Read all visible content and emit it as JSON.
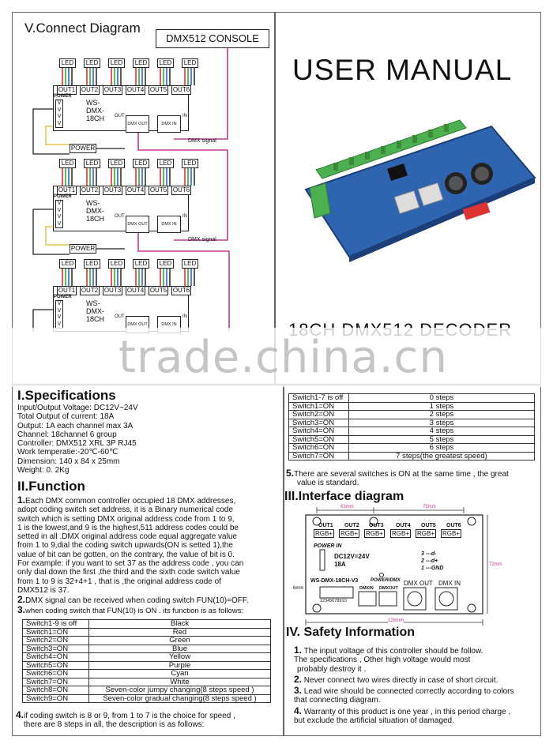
{
  "connect": {
    "title": "V.Connect Diagram",
    "console": "DMX512 CONSOLE",
    "led": "LED",
    "outs": [
      "OUT1",
      "OUT2",
      "OUT3",
      "OUT4",
      "OUT5",
      "OUT6"
    ],
    "model": "WS-DMX-18CH",
    "power_label": "POWER",
    "v_label": "V",
    "out_label": "OUT",
    "in_label": "IN",
    "dmx_out": "DMX OUT",
    "dmx_in": "DMX IN",
    "power_box": "POWER",
    "dmx_signal_1": "DMX signal",
    "dmx_signal_2": "DMX  signal"
  },
  "cover": {
    "title": "USER MANUAL",
    "subtitle": "18CH DMX512 DECODER"
  },
  "watermark": "trade.china.cn",
  "specs": {
    "heading": "I.Specifications",
    "lines": [
      "Input/Output Voltage: DC12V~24V",
      "Total Output of current: 18A",
      "Output: 1A each channel max 3A",
      "Channel: 18channel 6 group",
      "Controller: DMX512 XRL 3P  RJ45",
      "Work temperatie:-20℃-60℃",
      "Dimension: 140 x 84 x 25mm",
      "Weight: 0. 2Kg"
    ]
  },
  "function": {
    "heading": "II.Function",
    "p1_num": "1.",
    "p1": [
      "Each DMX common controller occupied 18 DMX addresses,",
      "adopt coding switch set address, it is a Binary numerical code",
      "switch which is setting DMX original address code from 1 to 9,",
      "1 is the lowest,and 9 is the highest,511 address codes  could be",
      "setted  in all .DMX original address code equal aggregate value",
      "from 1 to 9,dial the coding switch upwards(ON is setted 1),the",
      "value of bit can be  gotten, on the contrary, the value of bit is 0.",
      "For example: if you want to set 37 as the address code , you can",
      "only dial down the first ,the third and the  sixth code switch value",
      "from 1 to 9 is 32+4+1 , that is ,the original address  code of",
      "DMX512 is 37."
    ],
    "p2_num": "2.",
    "p2": "DMX signal can be received when coding switch FUN(10)=OFF.",
    "p3_num": "3.",
    "p3": "when coding switch that FUN(10) is ON . its function is as follows:",
    "table1": [
      [
        "Switch1-9 is off",
        "Black"
      ],
      [
        "Switch1=ON",
        "Red"
      ],
      [
        "Switch2=ON",
        "Green"
      ],
      [
        "Switch3=ON",
        "Blue"
      ],
      [
        "Switch4=ON",
        "Yellow"
      ],
      [
        "Switch5=ON",
        "Purple"
      ],
      [
        "Switch6=ON",
        "Cyan"
      ],
      [
        "Switch7=ON",
        "White"
      ],
      [
        "Switch8=ON",
        "Seven-color jumpy changing(8 steps speed )"
      ],
      [
        "Switch9=ON",
        "Seven-color gradual changing(8 steps speed )"
      ]
    ],
    "p4_num": "4.",
    "p4": [
      "if coding switch is 8 or 9,  from 1 to 7 is the choice for speed ,",
      "there are 8 steps in all, the description is as follows:"
    ]
  },
  "speed_table": [
    [
      "Switch1-7 is off",
      "0 steps"
    ],
    [
      "Switch1=ON",
      "1 steps"
    ],
    [
      "Switch2=ON",
      "2 steps"
    ],
    [
      "Switch3=ON",
      "3 steps"
    ],
    [
      "Switch4=ON",
      "4 steps"
    ],
    [
      "Switch5=ON",
      "5 steps"
    ],
    [
      "Switch6=ON",
      "6 steps"
    ],
    [
      "Switch7=ON",
      "7 steps(the greatest speed)"
    ]
  ],
  "note5_num": "5.",
  "note5": [
    "There are several switches is ON at the same time , the great",
    "value is standard."
  ],
  "interface": {
    "heading": "III.Interface diagram",
    "dim_63": "63mm",
    "dim_75": "75mm",
    "dim_72": "72mm",
    "dim_128": "128mm",
    "dim_6": "6mm",
    "outs": [
      "OUT1",
      "OUT2",
      "OUT3",
      "OUT4",
      "OUT5",
      "OUT6"
    ],
    "rgb": "RGB+",
    "power_in": "POWER IN",
    "voltage": "DC12V=24V",
    "amps": "18A",
    "pins": [
      "3 ---d-",
      "2 ---d+",
      "1 ---GND"
    ],
    "model": "WS-DMX-18CH-V3",
    "power_dmx": "POWER/DMX",
    "dmxin": "DMXIN",
    "dmxout": "DMXOUT",
    "dmx_out": "DMX OUT",
    "dmx_in": "DMX IN",
    "switch_numbers": "12345678910"
  },
  "safety": {
    "heading": "IV. Safety Information",
    "items": [
      {
        "num": "1.",
        "lines": [
          "The input voltage of this controller should be follow.",
          "The specifications , Other high voltage would most",
          "probably destroy it ."
        ]
      },
      {
        "num": "2.",
        "lines": [
          "Never connect two wires directly in case of short circuit."
        ]
      },
      {
        "num": "3.",
        "lines": [
          "Lead wire should be connected correctly according to colors",
          "that connecting diagram."
        ]
      },
      {
        "num": "4.",
        "lines": [
          "Warranty of this product is one year , in this period charge ,",
          "but exclude the artificial situation of damaged."
        ]
      }
    ]
  },
  "colors": {
    "magenta_wire": "#c0398f",
    "board_blue": "#2f64b0",
    "terminal_green": "#4caf50"
  }
}
